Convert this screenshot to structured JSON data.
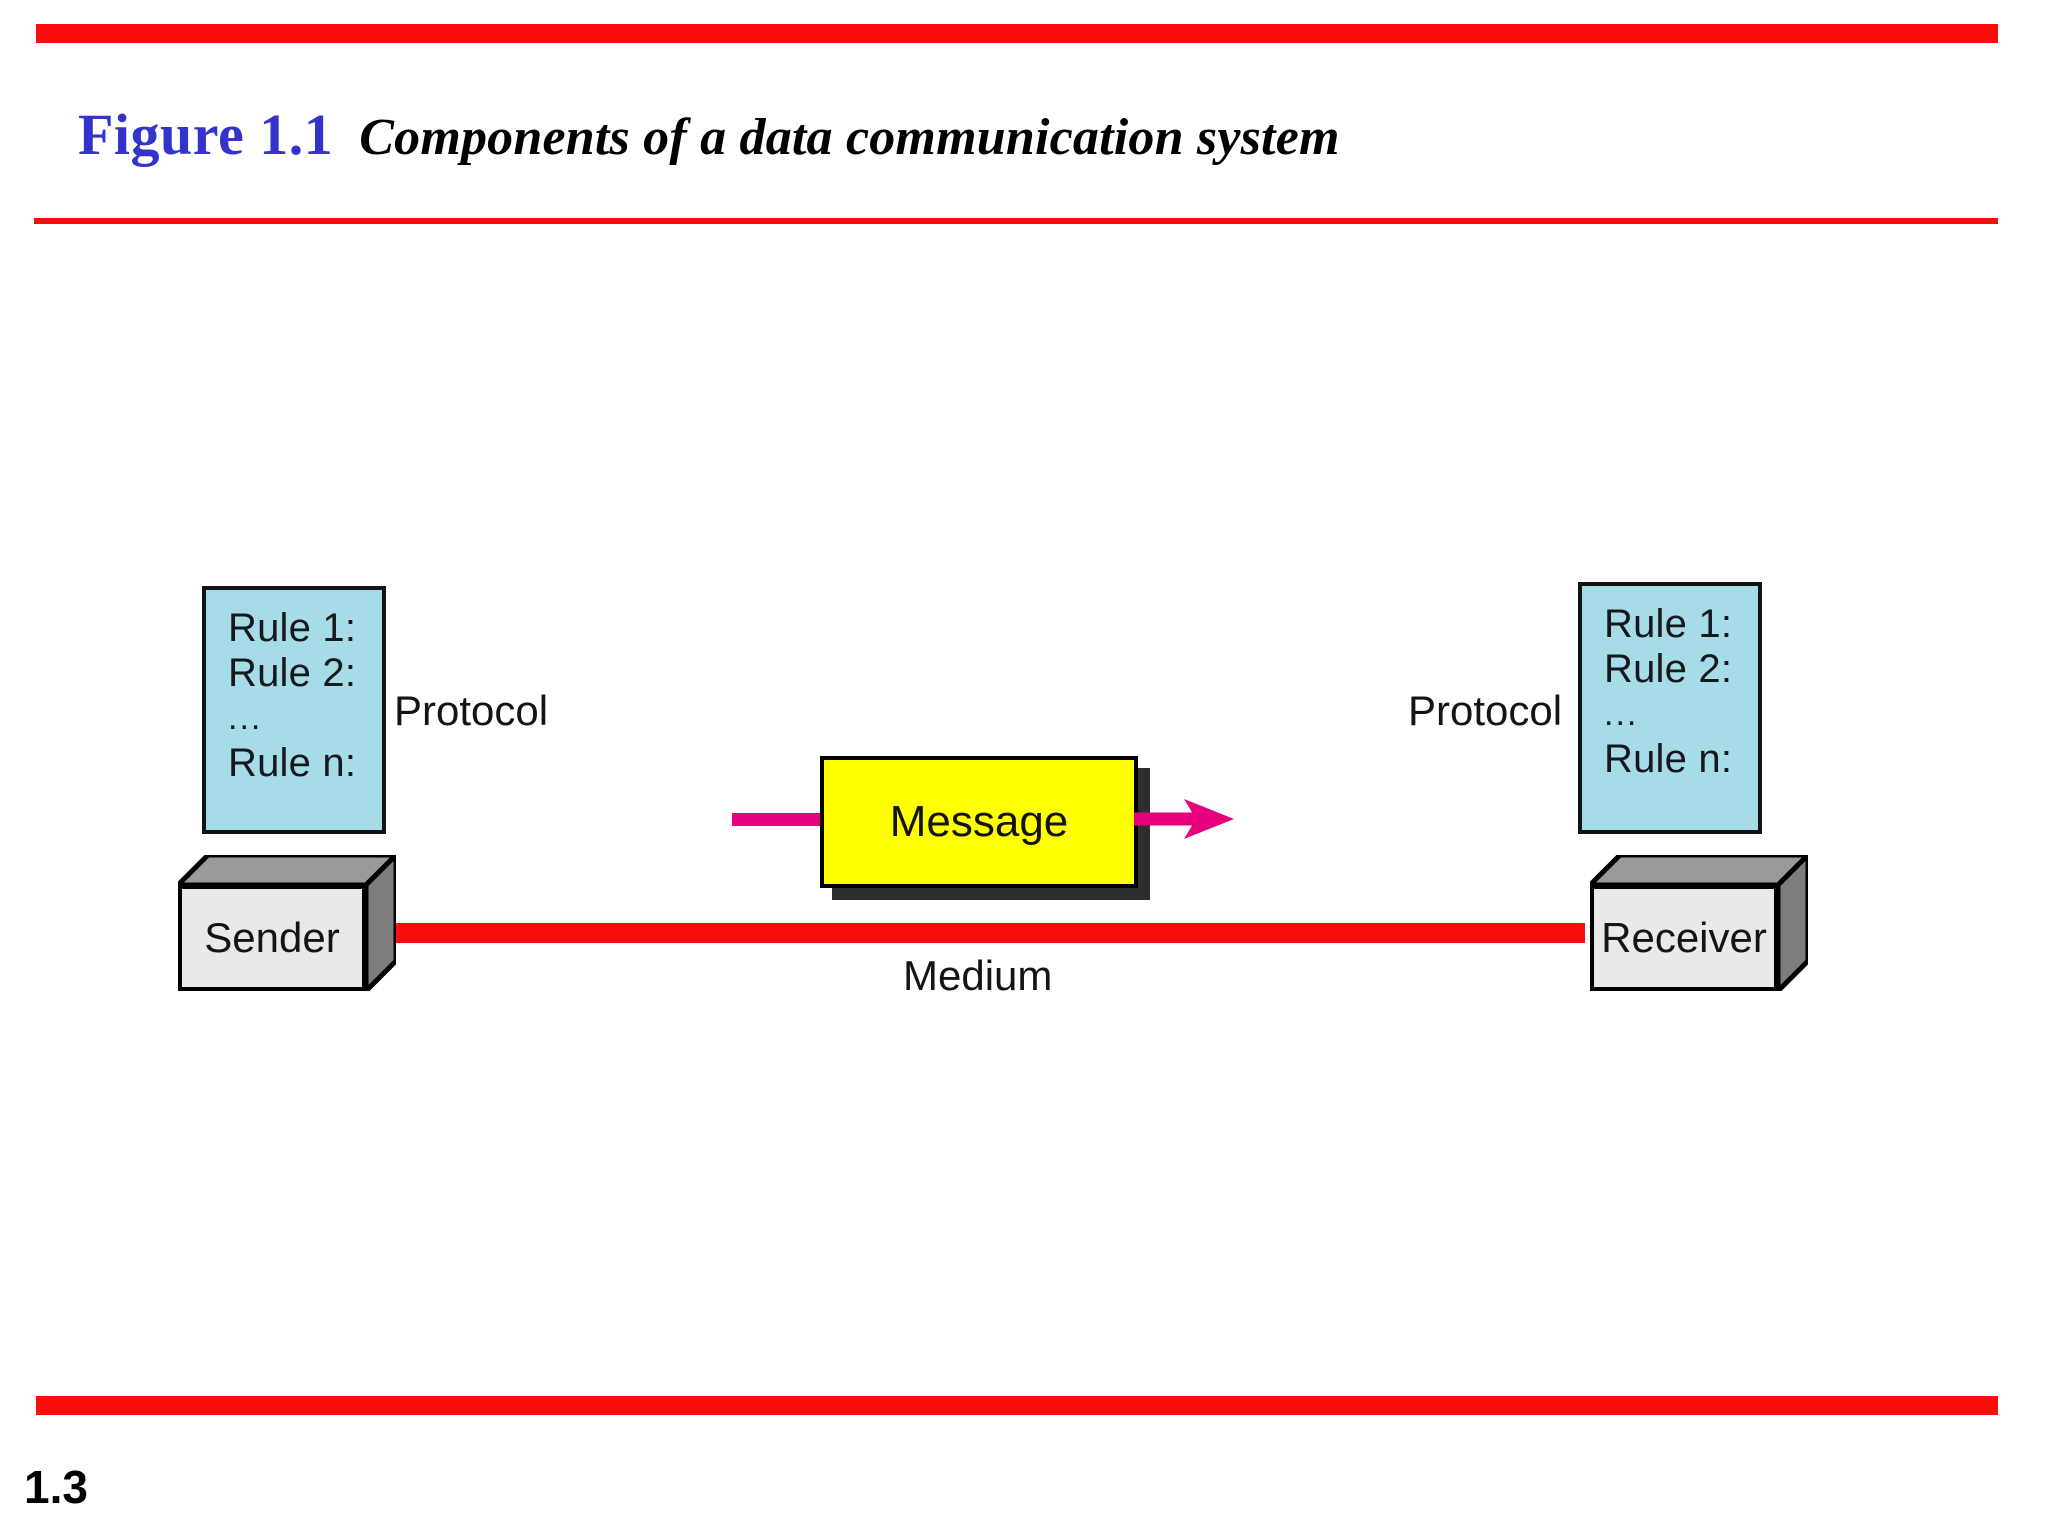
{
  "slide": {
    "page_number": "1.3",
    "accent_red": "#fb0d0d",
    "figure_number_color": "#3333cc"
  },
  "header": {
    "figure_number": "Figure 1.1",
    "figure_caption": "Components of a data communication system"
  },
  "diagram": {
    "title": "Components of a data communication system",
    "protocol_left_label": "Protocol",
    "protocol_right_label": "Protocol",
    "medium_label": "Medium",
    "medium_color": "#fb0d0d",
    "message": {
      "label": "Message",
      "fill_color": "#ffff00",
      "border_color": "#000000",
      "shadow_color": "#2e2e2e"
    },
    "flow_arrow": {
      "color": "#e6007e",
      "direction": "left-to-right"
    },
    "rule_box_left": {
      "fill_color": "#a6dbe8",
      "border_color": "#101418",
      "lines": [
        "Rule 1:",
        "Rule 2:",
        "...",
        "Rule n:"
      ]
    },
    "rule_box_right": {
      "fill_color": "#a6dbe8",
      "border_color": "#101418",
      "lines": [
        "Rule 1:",
        "Rule 2:",
        "...",
        "Rule n:"
      ]
    },
    "sender": {
      "label": "Sender",
      "face_color": "#e9e9e9",
      "side_color": "#8f8f8f"
    },
    "receiver": {
      "label": "Receiver",
      "face_color": "#e9e9e9",
      "side_color": "#8f8f8f"
    }
  }
}
